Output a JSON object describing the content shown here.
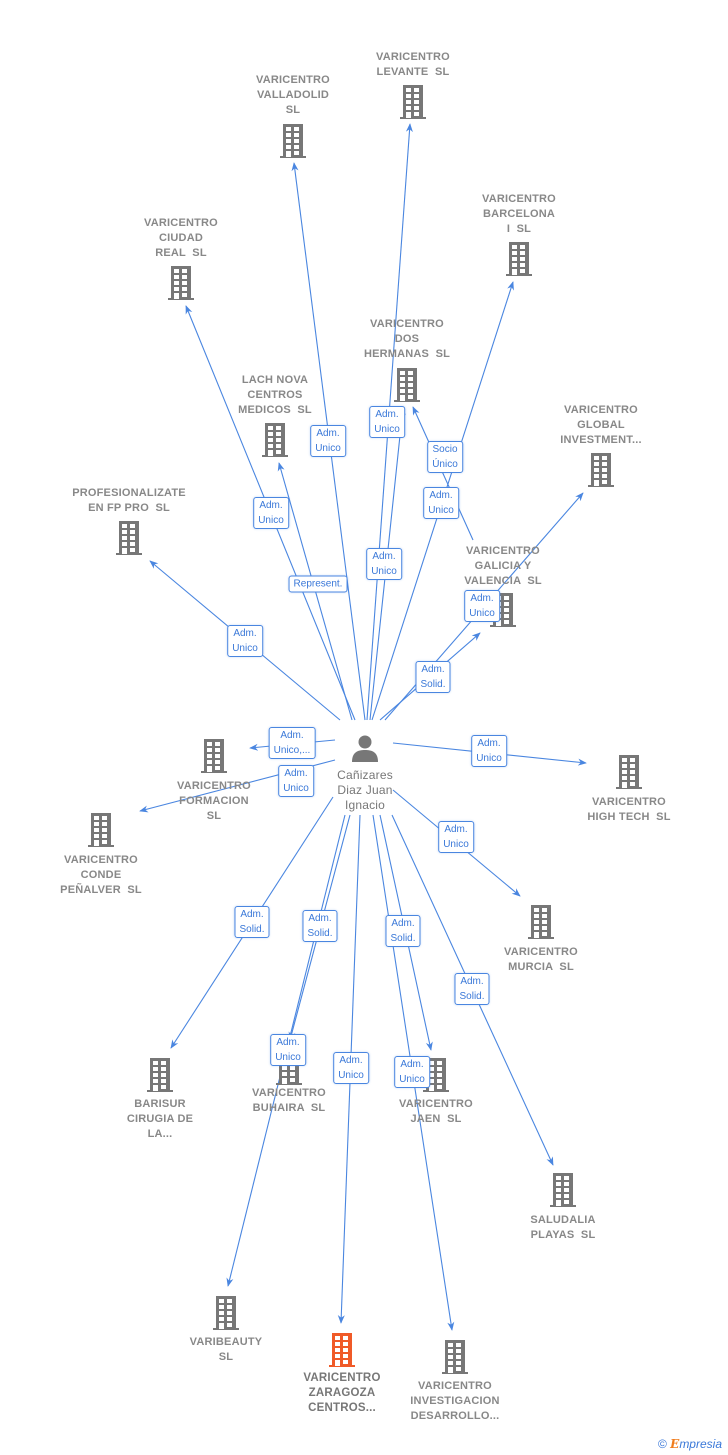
{
  "center": {
    "name": [
      "Cañizares",
      "Diaz Juan",
      "Ignacio"
    ],
    "icon": "person-icon"
  },
  "colors": {
    "edge": "#4a86e0",
    "company": "#777777",
    "highlight": "#f05a28"
  },
  "nodes": [
    {
      "id": "levante",
      "label": [
        "VARICENTRO",
        "LEVANTE  SL"
      ]
    },
    {
      "id": "valladolid",
      "label": [
        "VARICENTRO",
        "VALLADOLID",
        "SL"
      ]
    },
    {
      "id": "barcelona",
      "label": [
        "VARICENTRO",
        "BARCELONA",
        "I  SL"
      ]
    },
    {
      "id": "ciudadreal",
      "label": [
        "VARICENTRO",
        "CIUDAD",
        "REAL  SL"
      ]
    },
    {
      "id": "doshermanas",
      "label": [
        "VARICENTRO",
        "DOS",
        "HERMANAS  SL"
      ]
    },
    {
      "id": "lachnova",
      "label": [
        "LACH NOVA",
        "CENTROS",
        "MEDICOS  SL"
      ]
    },
    {
      "id": "global",
      "label": [
        "VARICENTRO",
        "GLOBAL",
        "INVESTMENT..."
      ]
    },
    {
      "id": "profesionalizate",
      "label": [
        "PROFESIONALIZATE",
        "EN FP PRO  SL"
      ]
    },
    {
      "id": "galicia",
      "label": [
        "VARICENTRO",
        "GALICIA Y",
        "VALENCIA  SL"
      ]
    },
    {
      "id": "formacion",
      "label": [
        "VARICENTRO",
        "FORMACION",
        "SL"
      ]
    },
    {
      "id": "hightech",
      "label": [
        "VARICENTRO",
        "HIGH TECH  SL"
      ]
    },
    {
      "id": "conde",
      "label": [
        "VARICENTRO",
        "CONDE",
        "PEÑALVER  SL"
      ]
    },
    {
      "id": "murcia",
      "label": [
        "VARICENTRO",
        "MURCIA  SL"
      ]
    },
    {
      "id": "barisur",
      "label": [
        "BARISUR",
        "CIRUGIA DE",
        "LA..."
      ]
    },
    {
      "id": "buhaira",
      "label": [
        "VARICENTRO",
        "BUHAIRA  SL"
      ]
    },
    {
      "id": "jaen",
      "label": [
        "VARICENTRO",
        "JAEN  SL"
      ]
    },
    {
      "id": "saludalia",
      "label": [
        "SALUDALIA",
        "PLAYAS  SL"
      ]
    },
    {
      "id": "varibeauty",
      "label": [
        "VARIBEAUTY",
        "SL"
      ]
    },
    {
      "id": "zaragoza",
      "label": [
        "VARICENTRO",
        "ZARAGOZA",
        "CENTROS..."
      ],
      "highlighted": true
    },
    {
      "id": "investigacion",
      "label": [
        "VARICENTRO",
        "INVESTIGACION",
        "DESARROLLO..."
      ]
    }
  ],
  "edges": [
    {
      "to": "valladolid",
      "label": "Adm.\nUnico"
    },
    {
      "to": "levante",
      "label": "Adm.\nUnico"
    },
    {
      "to": "doshermanas",
      "label": "Socio\nÚnico"
    },
    {
      "to": "doshermanas",
      "label": "Adm.\nUnico"
    },
    {
      "to": "ciudadreal",
      "label": "Adm.\nUnico"
    },
    {
      "to": "barcelona",
      "label": "Adm.\nUnico"
    },
    {
      "to": "lachnova",
      "label": "Represent."
    },
    {
      "to": "profesionalizate",
      "label": "Adm.\nUnico"
    },
    {
      "to": "galicia",
      "label": "Adm.\nUnico"
    },
    {
      "to": "global",
      "label": "Adm.\nSolid."
    },
    {
      "to": "formacion",
      "label": "Adm.\nUnico,..."
    },
    {
      "to": "conde",
      "label": "Adm.\nUnico"
    },
    {
      "to": "hightech",
      "label": "Adm.\nUnico"
    },
    {
      "to": "murcia",
      "label": "Adm.\nUnico"
    },
    {
      "to": "barisur",
      "label": "Adm.\nSolid."
    },
    {
      "to": "varibeauty",
      "label": "Adm.\nSolid."
    },
    {
      "to": "jaen",
      "label": "Adm.\nSolid."
    },
    {
      "to": "saludalia",
      "label": "Adm.\nSolid."
    },
    {
      "to": "buhaira",
      "label": "Adm.\nUnico"
    },
    {
      "to": "zaragoza",
      "label": "Adm.\nUnico"
    },
    {
      "to": "investigacion",
      "label": "Adm.\nUnico"
    }
  ],
  "footer": {
    "copyright": "©",
    "brand": "mpresia",
    "brand_initial": "E"
  }
}
